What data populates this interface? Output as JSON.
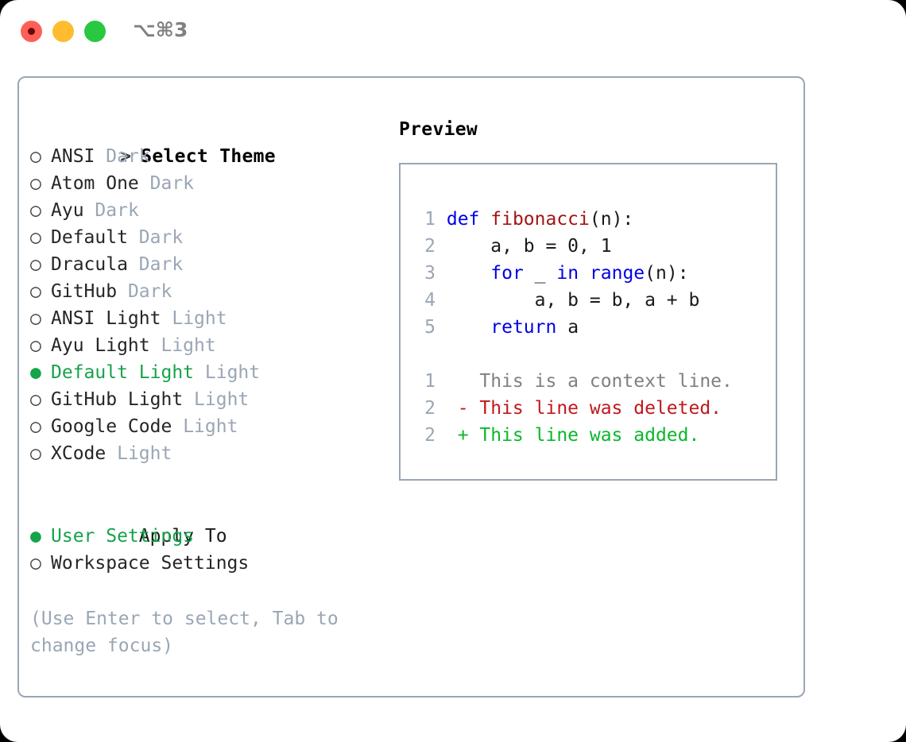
{
  "titlebar": {
    "shortcut": "⌥⌘3",
    "buttons": {
      "close": "close",
      "minimize": "minimize",
      "maximize": "maximize"
    }
  },
  "theme_picker": {
    "header_prefix": ">",
    "header_label": "Select Theme",
    "marker_selected": "●",
    "marker_unselected": "○",
    "items": [
      {
        "name": "ANSI",
        "category": "Dark",
        "selected": false
      },
      {
        "name": "Atom One",
        "category": "Dark",
        "selected": false
      },
      {
        "name": "Ayu",
        "category": "Dark",
        "selected": false
      },
      {
        "name": "Default",
        "category": "Dark",
        "selected": false
      },
      {
        "name": "Dracula",
        "category": "Dark",
        "selected": false
      },
      {
        "name": "GitHub",
        "category": "Dark",
        "selected": false
      },
      {
        "name": "ANSI Light",
        "category": "Light",
        "selected": false
      },
      {
        "name": "Ayu Light",
        "category": "Light",
        "selected": false
      },
      {
        "name": "Default Light",
        "category": "Light",
        "selected": true
      },
      {
        "name": "GitHub Light",
        "category": "Light",
        "selected": false
      },
      {
        "name": "Google Code",
        "category": "Light",
        "selected": false
      },
      {
        "name": "XCode",
        "category": "Light",
        "selected": false
      }
    ]
  },
  "apply_to": {
    "header_label": "Apply To",
    "items": [
      {
        "label": "User Settings",
        "selected": true
      },
      {
        "label": "Workspace Settings",
        "selected": false
      }
    ]
  },
  "hint": "(Use Enter to select, Tab to change focus)",
  "preview": {
    "title": "Preview",
    "code_lines": [
      {
        "num": "1",
        "tokens": [
          {
            "t": "def ",
            "c": "kw"
          },
          {
            "t": "fibonacci",
            "c": "fn"
          },
          {
            "t": "(n):",
            "c": "plain"
          }
        ]
      },
      {
        "num": "2",
        "tokens": [
          {
            "t": "    a, b = 0, 1",
            "c": "plain"
          }
        ]
      },
      {
        "num": "3",
        "tokens": [
          {
            "t": "    ",
            "c": "plain"
          },
          {
            "t": "for",
            "c": "kw"
          },
          {
            "t": " _ ",
            "c": "plain"
          },
          {
            "t": "in",
            "c": "kw"
          },
          {
            "t": " ",
            "c": "plain"
          },
          {
            "t": "range",
            "c": "kw"
          },
          {
            "t": "(n):",
            "c": "plain"
          }
        ]
      },
      {
        "num": "4",
        "tokens": [
          {
            "t": "        a, b = b, a + b",
            "c": "plain"
          }
        ]
      },
      {
        "num": "5",
        "tokens": [
          {
            "t": "    ",
            "c": "plain"
          },
          {
            "t": "return",
            "c": "kw"
          },
          {
            "t": " a",
            "c": "plain"
          }
        ]
      }
    ],
    "diff_lines": [
      {
        "num": "1",
        "sign": " ",
        "text": "This is a context line.",
        "kind": "ctx"
      },
      {
        "num": "2",
        "sign": "-",
        "text": "This line was deleted.",
        "kind": "del"
      },
      {
        "num": "2",
        "sign": "+",
        "text": "This line was added.",
        "kind": "add"
      }
    ]
  },
  "colors": {
    "accent_green": "#16a34a",
    "muted": "#9aa6b5",
    "keyword_blue": "#0000e6",
    "function_red": "#a31515",
    "diff_deleted": "#c0181c",
    "diff_added": "#0ab82b",
    "border": "#9aa6b5",
    "traffic_close": "#ff5f57",
    "traffic_min": "#febc2e",
    "traffic_max": "#28c840"
  }
}
